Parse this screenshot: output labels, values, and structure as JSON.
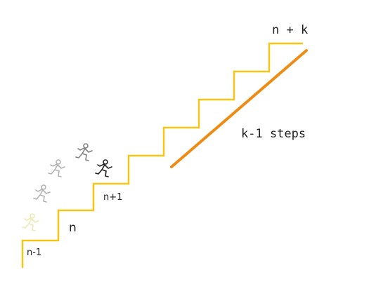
{
  "labels": {
    "n_minus_1": "n-1",
    "n": "n",
    "n_plus_1": "n+1",
    "n_plus_k": "n + k",
    "k_minus_1_steps": "k-1 steps"
  },
  "colors": {
    "stairs": "#f5c518",
    "arrow": "#ee8b12",
    "runner": "#222222",
    "text": "#222222"
  },
  "icons": [
    "runner-icon"
  ]
}
